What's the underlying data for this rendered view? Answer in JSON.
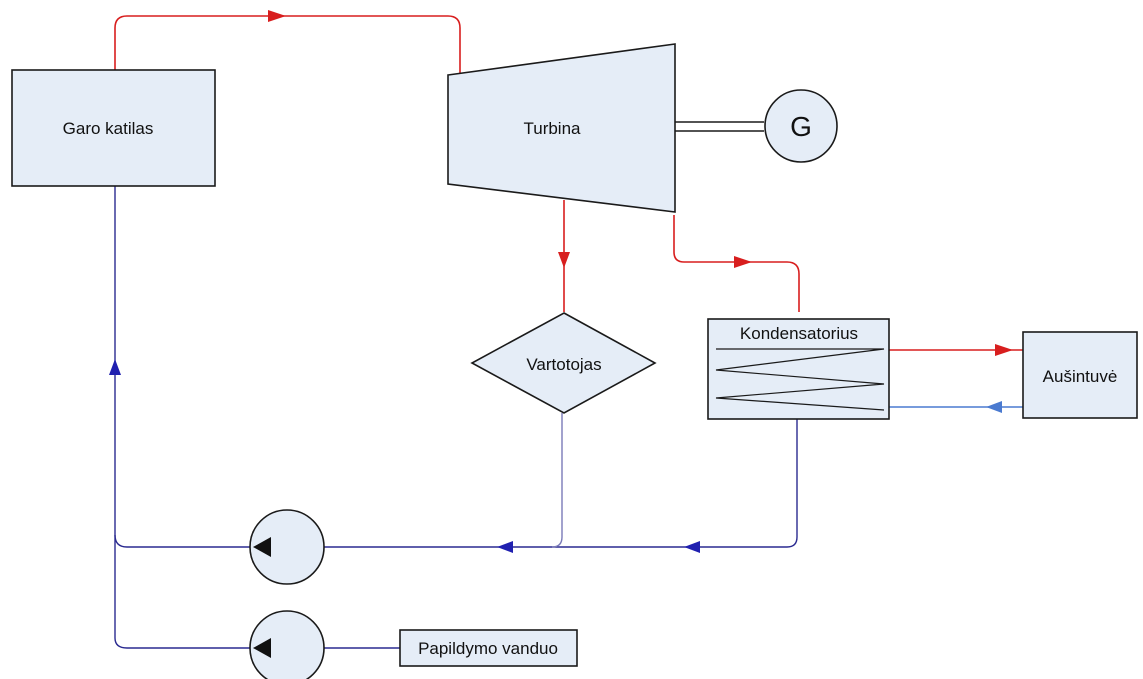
{
  "nodes": {
    "boiler": "Garo katilas",
    "turbine": "Turbina",
    "generator": "G",
    "consumer": "Vartotojas",
    "condenser": "Kondensatorius",
    "cooler": "Aušintuvė",
    "makeup_water": "Papildymo vanduo"
  },
  "colors": {
    "steam_line": "#d81e1e",
    "water_line": "#2a2a90",
    "cooling_return": "#4a7ad0",
    "component_fill": "#e5edf7"
  }
}
